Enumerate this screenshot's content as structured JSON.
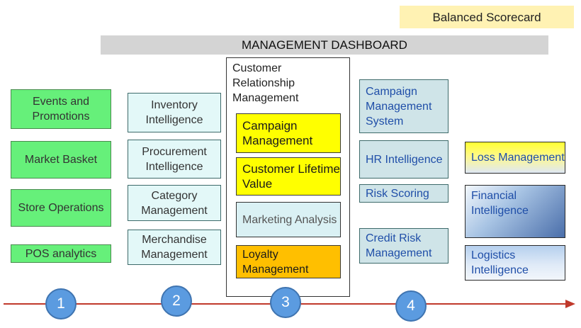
{
  "header": {
    "balanced_scorecard": "Balanced Scorecard",
    "management_dashboard": "MANAGEMENT DASHBOARD"
  },
  "column1": {
    "events": "Events and Promotions",
    "market_basket": "Market Basket",
    "store_operations": "Store Operations",
    "pos": "POS analytics"
  },
  "column2": {
    "inventory": "Inventory Intelligence",
    "procurement": "Procurement Intelligence",
    "category": "Category Management",
    "merchandise": "Merchandise Management"
  },
  "column3": {
    "crm_title": "Customer Relationship Management",
    "campaign": "Campaign Management",
    "clv": "Customer Lifetime Value",
    "marketing": "Marketing Analysis",
    "loyalty": "Loyalty Management"
  },
  "column4": {
    "cms": "Campaign Management System",
    "hr": "HR Intelligence",
    "risk": "Risk Scoring",
    "credit": "Credit Risk Management"
  },
  "column5": {
    "loss": "Loss Management",
    "financial": "Financial Intelligence",
    "logistics": "Logistics Intelligence"
  },
  "stages": [
    "1",
    "2",
    "3",
    "4"
  ],
  "colors": {
    "green": "#66f07a",
    "yellow": "#ffff00",
    "orange": "#ffbf00",
    "timeline": "#c0392b",
    "stage_circle": "#5b9be0"
  }
}
